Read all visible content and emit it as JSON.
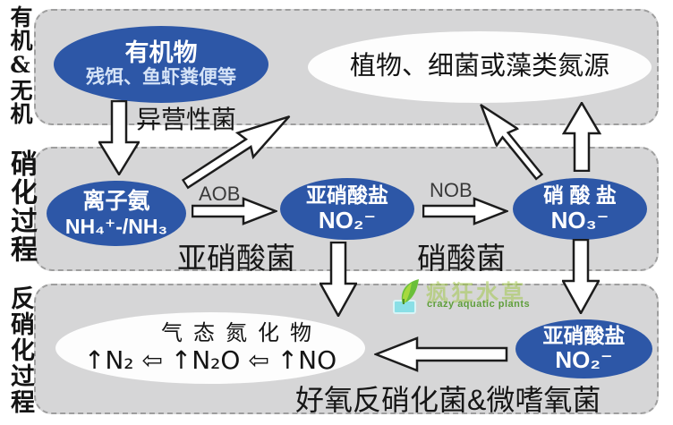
{
  "colors": {
    "node_blue": "#2d57a7",
    "band_gray": "#d6d6d7",
    "band_border": "#9e9e9e",
    "text_dark": "#161616",
    "node_text": "#ffffff",
    "node_subtext": "#d5e3f7",
    "watermark_green": "#a3c94a",
    "watermark_en_green": "#5f9e3c",
    "water_cyan": "#8adfe6"
  },
  "side_labels": {
    "organic": "有机&无机",
    "nitrification": "硝化过程",
    "denitrification": "反硝化过程"
  },
  "band1": {
    "organic_node": {
      "title": "有机物",
      "subtitle": "残饵、鱼虾粪便等"
    },
    "nitrogen_sink_node": "植物、细菌或藻类氮源",
    "heterotroph_label": "异营性菌"
  },
  "band2": {
    "ammonia_node": {
      "title": "离子氨",
      "formula": "NH₄⁺-/NH₃"
    },
    "nitrite_node": {
      "title": "亚硝酸盐",
      "formula": "NO₂⁻"
    },
    "nitrate_node": {
      "title": "硝 酸 盐",
      "formula": "NO₃⁻"
    },
    "aob_label": "AOB",
    "nob_label": "NOB",
    "nitrosating_bacteria_label": "亚硝酸菌",
    "nitrating_bacteria_label": "硝酸菌"
  },
  "band3": {
    "gas_node": {
      "title": "气态氮化物",
      "formula": "↑N₂ ⇦ ↑N₂O ⇦ ↑NO"
    },
    "nitrite_node": {
      "title": "亚硝酸盐",
      "formula": "NO₂⁻"
    },
    "bacteria_label": "好氧反硝化菌&微嗜氧菌"
  },
  "watermark": {
    "brand_cn": "疯狂水草",
    "brand_en": "crazy aquatic plants"
  },
  "icons": {
    "leaf": "leaf-icon",
    "down_arrow": "down-arrow-icon",
    "right_arrow": "right-arrow-icon",
    "up_arrow": "up-arrow-icon",
    "diagonal_arrow": "diagonal-arrow-icon",
    "left_arrow": "left-arrow-icon",
    "hollow_left_arrow_glyph": "⇦",
    "up_glyph": "↑"
  }
}
